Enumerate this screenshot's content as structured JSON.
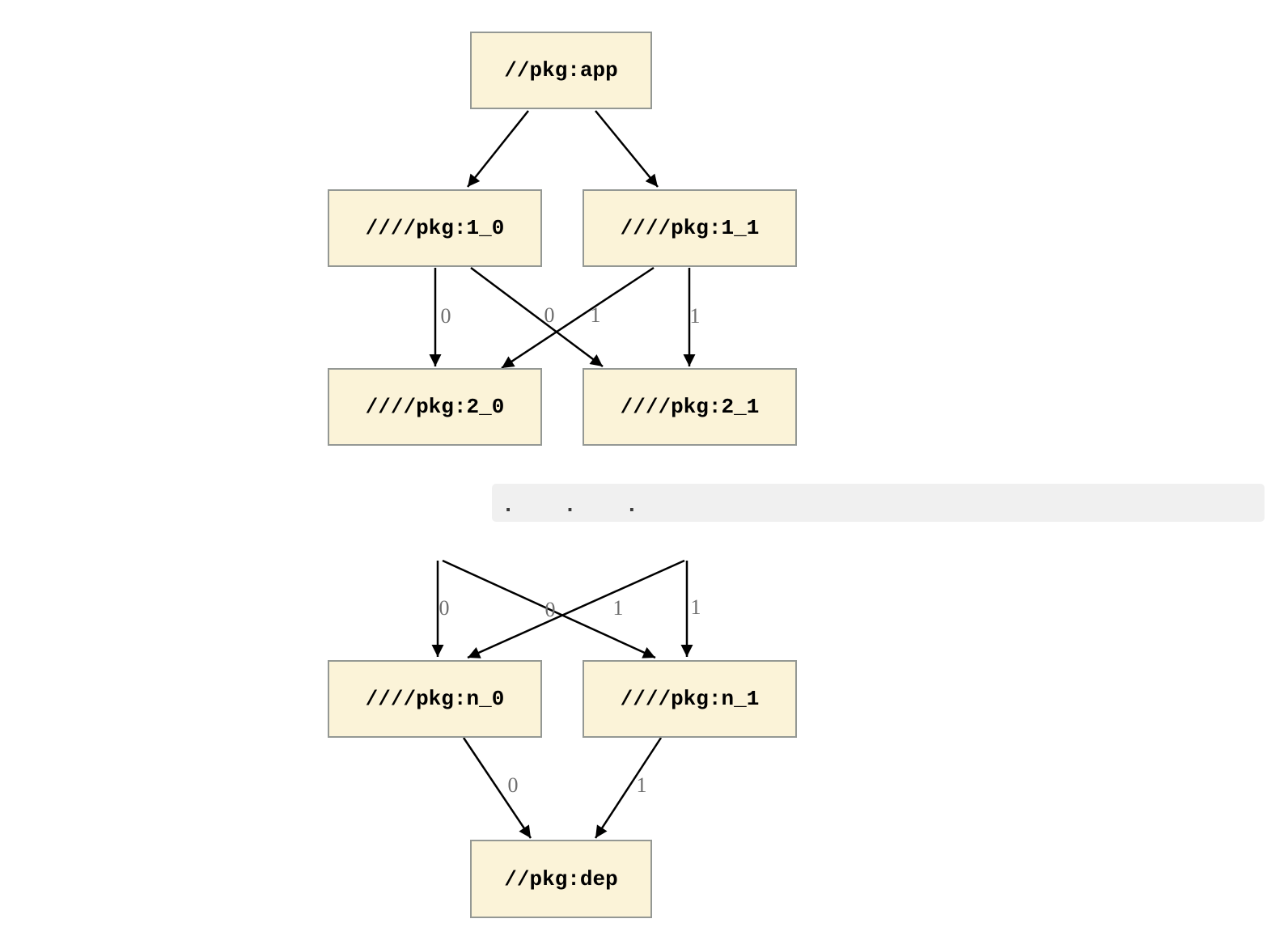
{
  "diagram": {
    "type": "dependency-graph",
    "colors": {
      "node_fill": "#FBF3D8",
      "node_border": "#949894",
      "node_text": "#000000",
      "edge": "#000000",
      "edge_label": "#6E6E6E",
      "ellipsis_bar_bg": "#F0F0F0",
      "ellipsis_text": "#3A3A3A"
    },
    "nodes": [
      {
        "id": "app",
        "label": "//pkg:app"
      },
      {
        "id": "1_0",
        "label": "////pkg:1_0"
      },
      {
        "id": "1_1",
        "label": "////pkg:1_1"
      },
      {
        "id": "2_0",
        "label": "////pkg:2_0"
      },
      {
        "id": "2_1",
        "label": "////pkg:2_1"
      },
      {
        "id": "n_0",
        "label": "////pkg:n_0"
      },
      {
        "id": "n_1",
        "label": "////pkg:n_1"
      },
      {
        "id": "dep",
        "label": "//pkg:dep"
      }
    ],
    "ellipsis": ". . .",
    "edges": [
      {
        "from": "//pkg:app",
        "to": "////pkg:1_0",
        "label": ""
      },
      {
        "from": "//pkg:app",
        "to": "////pkg:1_1",
        "label": ""
      },
      {
        "from": "////pkg:1_0",
        "to": "////pkg:2_0",
        "label": "0"
      },
      {
        "from": "////pkg:1_0",
        "to": "////pkg:2_1",
        "label": "0"
      },
      {
        "from": "////pkg:1_1",
        "to": "////pkg:2_0",
        "label": "1"
      },
      {
        "from": "////pkg:1_1",
        "to": "////pkg:2_1",
        "label": "1"
      },
      {
        "from": "...",
        "to": "////pkg:n_0",
        "label": "0"
      },
      {
        "from": "...",
        "to": "////pkg:n_1",
        "label": "0"
      },
      {
        "from": "...",
        "to": "////pkg:n_0",
        "label": "1"
      },
      {
        "from": "...",
        "to": "////pkg:n_1",
        "label": "1"
      },
      {
        "from": "////pkg:n_0",
        "to": "//pkg:dep",
        "label": "0"
      },
      {
        "from": "////pkg:n_1",
        "to": "//pkg:dep",
        "label": "1"
      }
    ]
  }
}
